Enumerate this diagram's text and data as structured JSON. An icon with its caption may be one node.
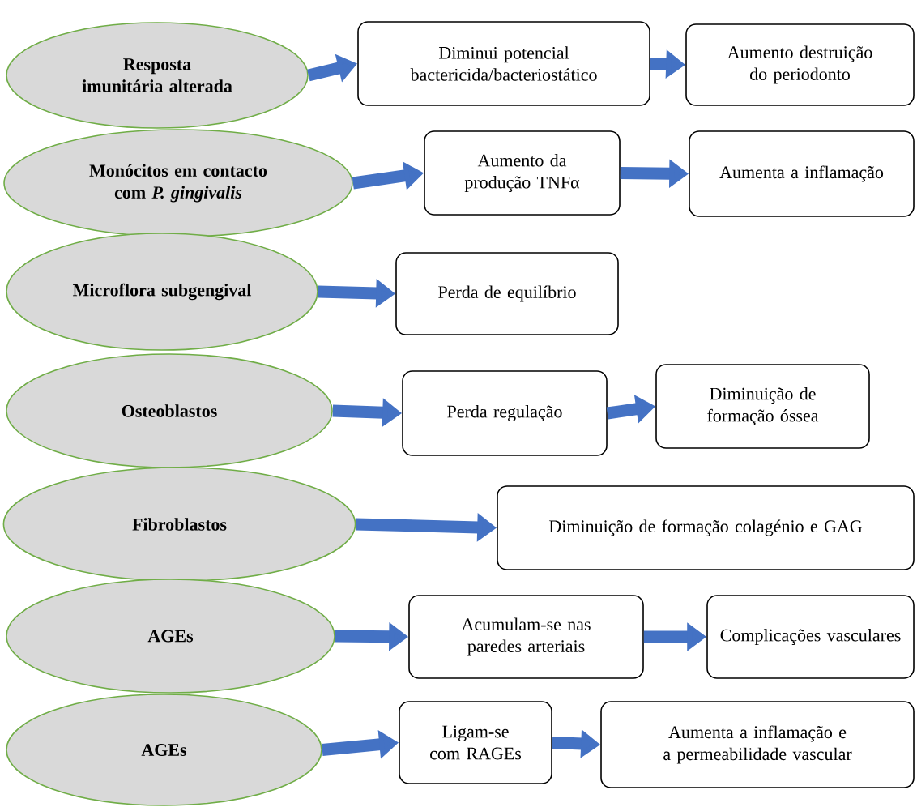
{
  "diagram": {
    "nodes": [
      {
        "text": [
          "Resposta imunitária alterada"
        ]
      },
      {
        "text": [
          "Diminui potencial bactericida/bacteriostático"
        ]
      },
      {
        "text": [
          "Aumento destruição do periodonto"
        ]
      },
      {
        "text": [
          "Monócitos em contacto com *P. gingivalis*"
        ]
      },
      {
        "text": [
          "Aumento da produção TNFα"
        ]
      },
      {
        "text": [
          "Aumenta a inflamação"
        ]
      },
      {
        "text": [
          "Microflora subgengival"
        ]
      },
      {
        "text": [
          "Perda de equilíbrio"
        ]
      },
      {
        "text": [
          "Osteoblastos"
        ]
      },
      {
        "text": [
          "Perda regulação"
        ]
      },
      {
        "text": [
          "Diminuição de formação óssea"
        ]
      },
      {
        "text": [
          "Fibroblastos"
        ]
      },
      {
        "text": [
          "Diminuição de formação colagénio e GAG"
        ]
      },
      {
        "text": [
          "AGEs"
        ]
      },
      {
        "text": [
          "Acumulam-se nas paredes arteriais"
        ]
      },
      {
        "text": [
          "Complicações vasculares"
        ]
      },
      {
        "text": [
          "AGEs"
        ]
      },
      {
        "text": [
          "Ligam-se com RAGEs"
        ]
      },
      {
        "text": [
          "Aumenta a inflamação e a permeabilidade vascular"
        ]
      }
    ],
    "edges": [
      {
        "from": 0,
        "to": 1,
        "arrow": "to"
      },
      {
        "from": 1,
        "to": 2,
        "arrow": "to"
      },
      {
        "from": 3,
        "to": 4,
        "arrow": "to"
      },
      {
        "from": 4,
        "to": 5,
        "arrow": "to"
      },
      {
        "from": 6,
        "to": 7,
        "arrow": "to"
      },
      {
        "from": 8,
        "to": 9,
        "arrow": "to"
      },
      {
        "from": 9,
        "to": 10,
        "arrow": "to"
      },
      {
        "from": 11,
        "to": 12,
        "arrow": "to"
      },
      {
        "from": 13,
        "to": 14,
        "arrow": "to"
      },
      {
        "from": 14,
        "to": 15,
        "arrow": "to"
      },
      {
        "from": 16,
        "to": 17,
        "arrow": "to"
      },
      {
        "from": 17,
        "to": 18,
        "arrow": "to"
      }
    ]
  }
}
